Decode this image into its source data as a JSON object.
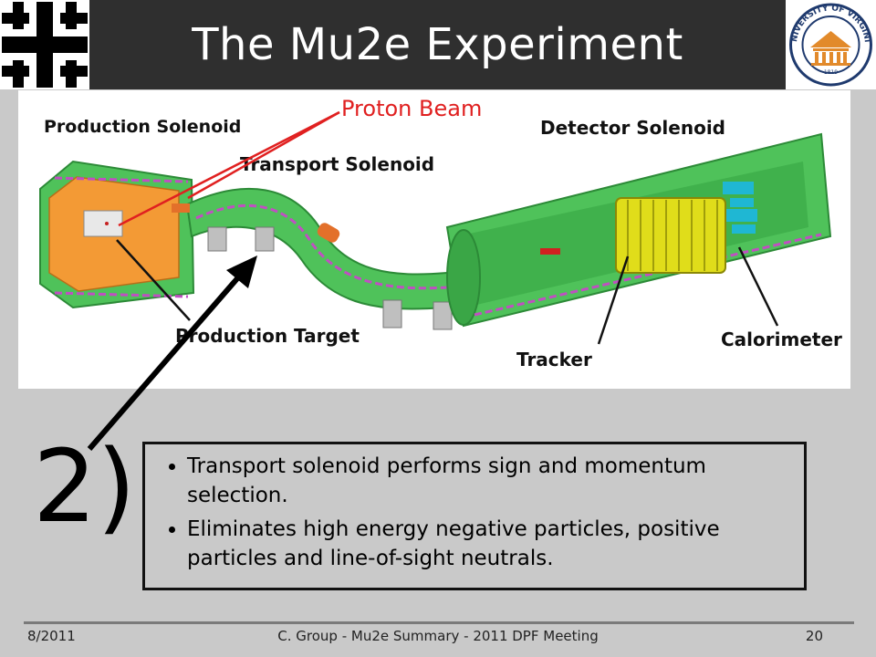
{
  "header": {
    "title": "The Mu2e Experiment",
    "bar_color": "#2f2f2f",
    "left_logo_icon": "fermilab-logo",
    "right_logo_icon": "university-of-virginia-seal",
    "uva_seal_text": "UNIVERSITY OF VIRGINIA",
    "uva_seal_year": "1819"
  },
  "diagram": {
    "labels": {
      "proton_beam": "Proton Beam",
      "production_solenoid": "Production Solenoid",
      "transport_solenoid": "Transport Solenoid",
      "detector_solenoid": "Detector Solenoid",
      "production_target": "Production Target",
      "tracker": "Tracker",
      "calorimeter": "Calorimeter"
    },
    "colors": {
      "solenoid": "#4fc25a",
      "solenoid_dark": "#2c8a37",
      "interior": "#f39a35",
      "tracker": "#e0dd1a",
      "calorimeter": "#1fb7d3",
      "proton_beam_label": "#e02020"
    }
  },
  "step_label": "2)",
  "bullets": [
    "Transport solenoid performs sign and momentum selection.",
    "Eliminates high energy negative particles, positive particles and line-of-sight neutrals."
  ],
  "footer": {
    "date": "8/2011",
    "center": "C. Group - Mu2e Summary - 2011 DPF Meeting",
    "page": "20"
  }
}
